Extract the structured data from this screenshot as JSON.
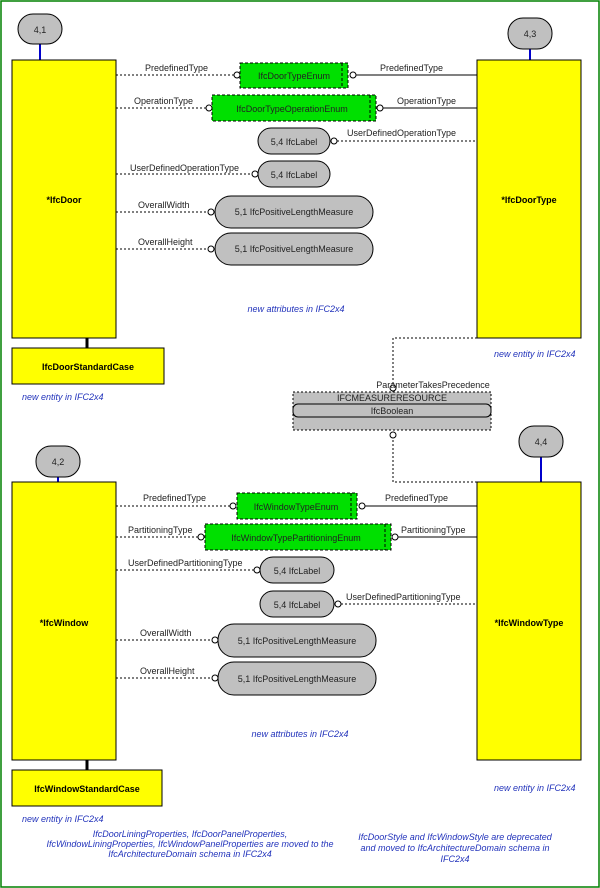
{
  "colors": {
    "entity_fill": "#ffff00",
    "enum_fill": "#00e000",
    "type_fill": "#c0c0c0",
    "note_color": "#2233bb",
    "border": "#008000"
  },
  "chips": {
    "door": "4,1",
    "door_type": "4,3",
    "window": "4,2",
    "window_type": "4,4"
  },
  "entities": {
    "door": "*IfcDoor",
    "door_type": "*IfcDoorType",
    "door_standard_case": "IfcDoorStandardCase",
    "window": "*IfcWindow",
    "window_type": "*IfcWindowType",
    "window_standard_case": "IfcWindowStandardCase"
  },
  "door_section": {
    "enum_type": "IfcDoorTypeEnum",
    "enum_operation": "IfcDoorTypeOperationEnum",
    "label_1": "5,4 IfcLabel",
    "label_2": "5,4 IfcLabel",
    "measure_1": "5,1 IfcPositiveLengthMeasure",
    "measure_2": "5,1 IfcPositiveLengthMeasure",
    "attr_predefined_left": "PredefinedType",
    "attr_predefined_right": "PredefinedType",
    "attr_operation_left": "OperationType",
    "attr_operation_right": "OperationType",
    "attr_udo_right": "UserDefinedOperationType",
    "attr_udo_left": "UserDefinedOperationType",
    "attr_width": "OverallWidth",
    "attr_height": "OverallHeight"
  },
  "measure_resource": {
    "relation": "ParameterTakesPrecedence",
    "title": "IFCMEASURERESOURCE",
    "item": "IfcBoolean"
  },
  "window_section": {
    "enum_type": "IfcWindowTypeEnum",
    "enum_partitioning": "IfcWindowTypePartitioningEnum",
    "label_1": "5,4 IfcLabel",
    "label_2": "5,4 IfcLabel",
    "measure_1": "5,1 IfcPositiveLengthMeasure",
    "measure_2": "5,1 IfcPositiveLengthMeasure",
    "attr_predefined_left": "PredefinedType",
    "attr_predefined_right": "PredefinedType",
    "attr_partitioning_left": "PartitioningType",
    "attr_partitioning_right": "PartitioningType",
    "attr_udp_left": "UserDefinedPartitioningType",
    "attr_udp_right": "UserDefinedPartitioningType",
    "attr_width": "OverallWidth",
    "attr_height": "OverallHeight"
  },
  "notes": {
    "door_attrs": "new attributes in IFC2x4",
    "door_type_new": "new entity in IFC2x4",
    "door_std_new": "new entity in IFC2x4",
    "window_attrs": "new attributes in IFC2x4",
    "window_type_new": "new entity in IFC2x4",
    "window_std_new": "new entity in IFC2x4",
    "moved_props": [
      "IfcDoorLiningProperties, IfcDoorPanelProperties,",
      "IfcWindowLiningProperties, IfcWindowPanelProperties are moved to the",
      "IfcArchitectureDomain schema in IFC2x4"
    ],
    "deprecated": [
      "IfcDoorStyle and IfcWindowStyle are deprecated",
      "and moved to IfcArchitectureDomain schema in",
      "IFC2x4"
    ]
  }
}
